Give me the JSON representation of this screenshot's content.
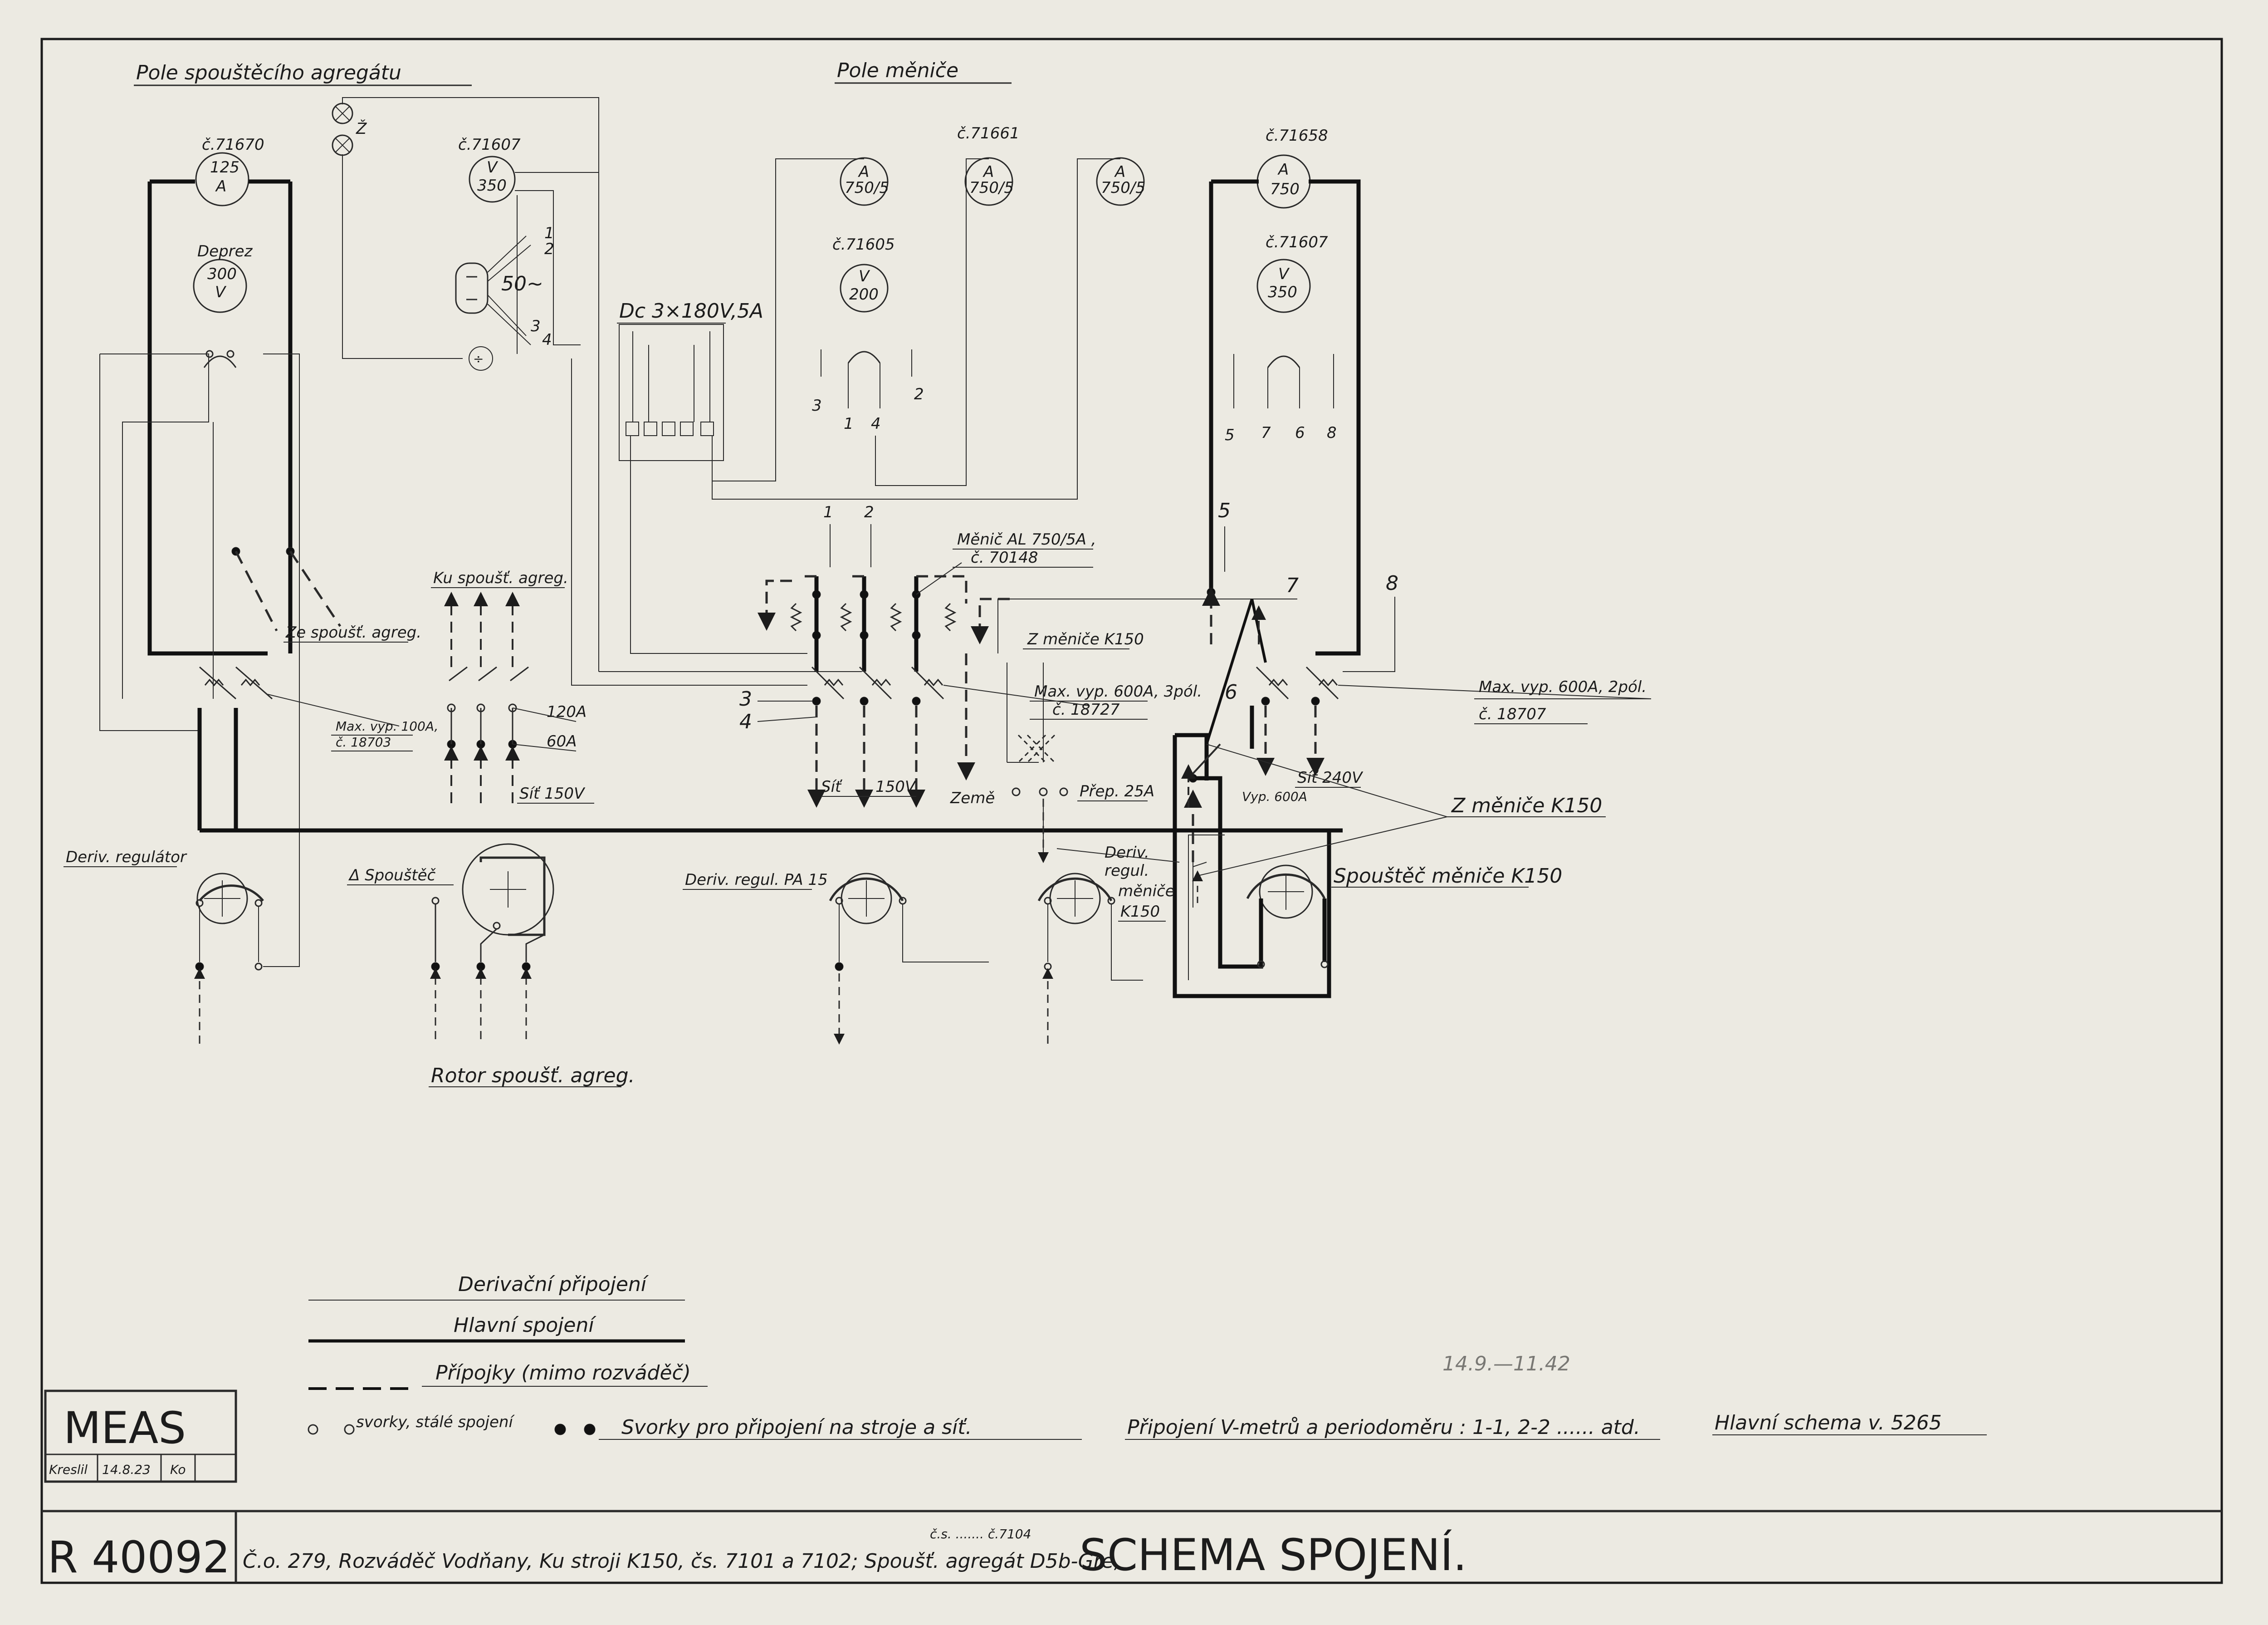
{
  "sections": {
    "left_title": "Pole spouštěcího agregátu",
    "center_title": "Pole měniče"
  },
  "meters": {
    "m1_num": "č.71670",
    "m1_val": "125",
    "m1_unit": "A",
    "m2_caption": "Deprez",
    "m2_val": "300",
    "m2_unit": "V",
    "m3_num": "č.71607",
    "m3_unit": "V",
    "m3_val": "350",
    "m4_val": "50~",
    "m5_unit": "A",
    "m5_val": "750/5",
    "m6_num": "č.71661",
    "m6_unit": "A",
    "m6_val": "750/5",
    "m7_unit": "A",
    "m7_val": "750/5",
    "m8_num": "č.71605",
    "m8_unit": "V",
    "m8_val": "200",
    "m9_num": "č.71658",
    "m9_unit": "A",
    "m9_val": "750",
    "m10_num": "č.71607",
    "m10_unit": "V",
    "m10_val": "350"
  },
  "lamp_label": "Ž",
  "freq_terminals": [
    "1",
    "2",
    "3",
    "4"
  ],
  "voltmeter_terminals": [
    "3",
    "2",
    "1",
    "4"
  ],
  "right_terminals": [
    "5",
    "7",
    "6",
    "8"
  ],
  "dc_label": "Dc 3×180V,5A",
  "labels": {
    "ku_spoust": "Ku spoušť. agreg.",
    "ze_spoust": "Ze spoušť. agreg.",
    "max_vyp_100": "Max. vyp. 100A,",
    "c_18703": "č. 18703",
    "a120": "120A",
    "a60": "60A",
    "sit150_left": "Síť 150V",
    "menic_al": "Měnič AL 750/5A ,",
    "c_70148": "č. 70148",
    "z_menice_k150_top": "Z měniče K150",
    "max_vyp_600_3pol": "Max. vyp. 600A, 3pól.",
    "c_18727": "č. 18727",
    "sit": "Síť",
    "v150": "150V",
    "zeme": "Země",
    "prep25": "Přep. 25A",
    "max_vyp_600_2pol": "Max. vyp. 600A, 2pól.",
    "c_18707": "č. 18707",
    "sit240": "Síť 240V",
    "vyp600": "Vyp. 600A",
    "z_menice_k150": "Z měniče K150",
    "spoustec_menice": "Spouštěč měniče K150",
    "deriv_regulator": "Deriv. regulátor",
    "spoustec": "Δ Spouštěč",
    "deriv_regul_pa15": "Deriv. regul. PA 15",
    "deriv_regul_menice_1": "Deriv.",
    "deriv_regul_menice_2": "regul.",
    "deriv_regul_menice_3": "měniče",
    "deriv_regul_menice_4": "K150",
    "rotor": "Rotor spoušť. agreg.",
    "n1": "1",
    "n2": "2",
    "n3": "3",
    "n4": "4",
    "n5": "5",
    "n6": "6",
    "n7": "7",
    "n8": "8"
  },
  "legend": {
    "derivacni": "Derivační připojení",
    "hlavni": "Hlavní spojení",
    "pripojky": "Přípojky  (mimo rozváděč)",
    "svorky_stale": "svorky, stálé spojení",
    "svorky_pripojeni": "Svorky  pro  připojení  na  stroje  a  síť.",
    "pripojeni_vmetru": "Připojení  V-metrů  a  periodoměru :  1-1, 2-2 ...... atd.",
    "hlavni_schema": "Hlavní  schema   v. 5265"
  },
  "title_block": {
    "company": "MEAS",
    "kreslil_label": "Kreslil",
    "date": "14.8.23",
    "initials": "Ko",
    "drawing_number": "R 40092",
    "description": "Č.o. 279, Rozváděč Vodňany, Ku stroji K150, čs. 7101 a 7102; Spoušť. agregát D5b-Gre,",
    "cs_line": "č.s. ....... č.7104",
    "title": "SCHEMA  SPOJENÍ."
  },
  "stamp": "14.9.—11.42"
}
